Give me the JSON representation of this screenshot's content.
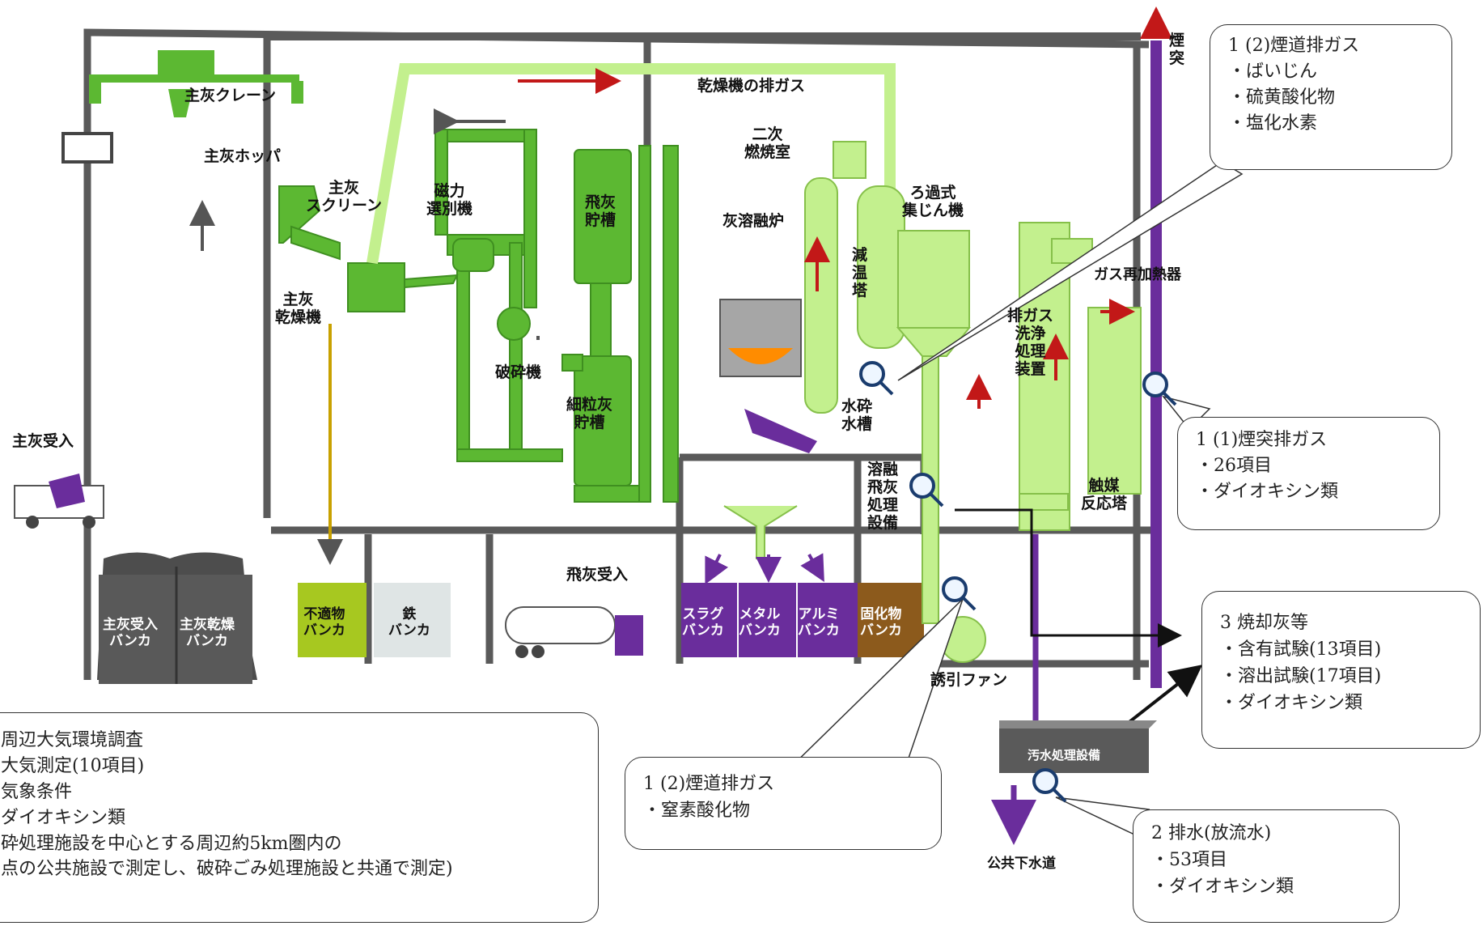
{
  "labels": {
    "crane": "主灰クレーン",
    "hopper": "主灰ホッパ",
    "screen": "主灰\nスクリーン",
    "dryer": "主灰\n乾燥機",
    "magnetic": "磁力\n選別機",
    "crusher": "破砕機",
    "flyash_tank": "飛灰\n貯槽",
    "fine_tank": "細粒灰\n貯槽",
    "dryer_exhaust": "乾燥機の排ガス",
    "secondary": "二次\n燃焼室",
    "melting": "灰溶融炉",
    "cooling": "減\n温\n塔",
    "bagfilter": "ろ過式\n集じん機",
    "scrubber": "排ガス\n洗浄\n処理\n装置",
    "reheater": "ガス再加熱器",
    "chimney": "煙\n突",
    "quench": "水砕\n水槽",
    "flyash_treat": "溶融\n飛灰\n処理\n設備",
    "catalyst": "触媒\n反応塔",
    "fan": "誘引ファン",
    "main_receive": "主灰受入",
    "fly_receive": "飛灰受入",
    "bunker_receive": "主灰受入\nバンカ",
    "bunker_dry": "主灰乾燥\nバンカ",
    "bunker_unfit": "不適物\nバンカ",
    "bunker_iron": "鉄\nバンカ",
    "bunker_slag": "スラグ\nバンカ",
    "bunker_metal": "メタル\nバンカ",
    "bunker_alumi": "アルミ\nバンカ",
    "bunker_solid": "固化物\nバンカ",
    "wastewater": "汚水処理設備",
    "sewer": "公共下水道"
  },
  "callouts": {
    "flue_top": [
      "1 (2)煙道排ガス",
      "・ばいじん",
      "・硫黄酸化物",
      "・塩化水素"
    ],
    "chimney": [
      "1 (1)煙突排ガス",
      "・26項目",
      "・ダイオキシン類"
    ],
    "ash": [
      "3 焼却灰等",
      "・含有試験(13項目)",
      "・溶出試験(17項目)",
      "・ダイオキシン類"
    ],
    "flue_bottom": [
      "1 (2)煙道排ガス",
      "・窒素酸化物"
    ],
    "water": [
      "2 排水(放流水)",
      "・53項目",
      "・ダイオキシン類"
    ],
    "air": [
      "周辺大気環境調査",
      "大気測定(10項目)",
      "気象条件",
      "ダイオキシン類",
      "砕処理施設を中心とする周辺約5km圏内の",
      "点の公共施設で測定し、破砕ごみ処理施設と共通で測定)"
    ]
  },
  "colors": {
    "green_dark": "#5cb832",
    "green_light": "#c3f08e",
    "purple": "#6a2d9c",
    "red": "#c21818",
    "grey_dark": "#595959",
    "olive": "#9fc41c",
    "brown": "#8c5a1c"
  }
}
